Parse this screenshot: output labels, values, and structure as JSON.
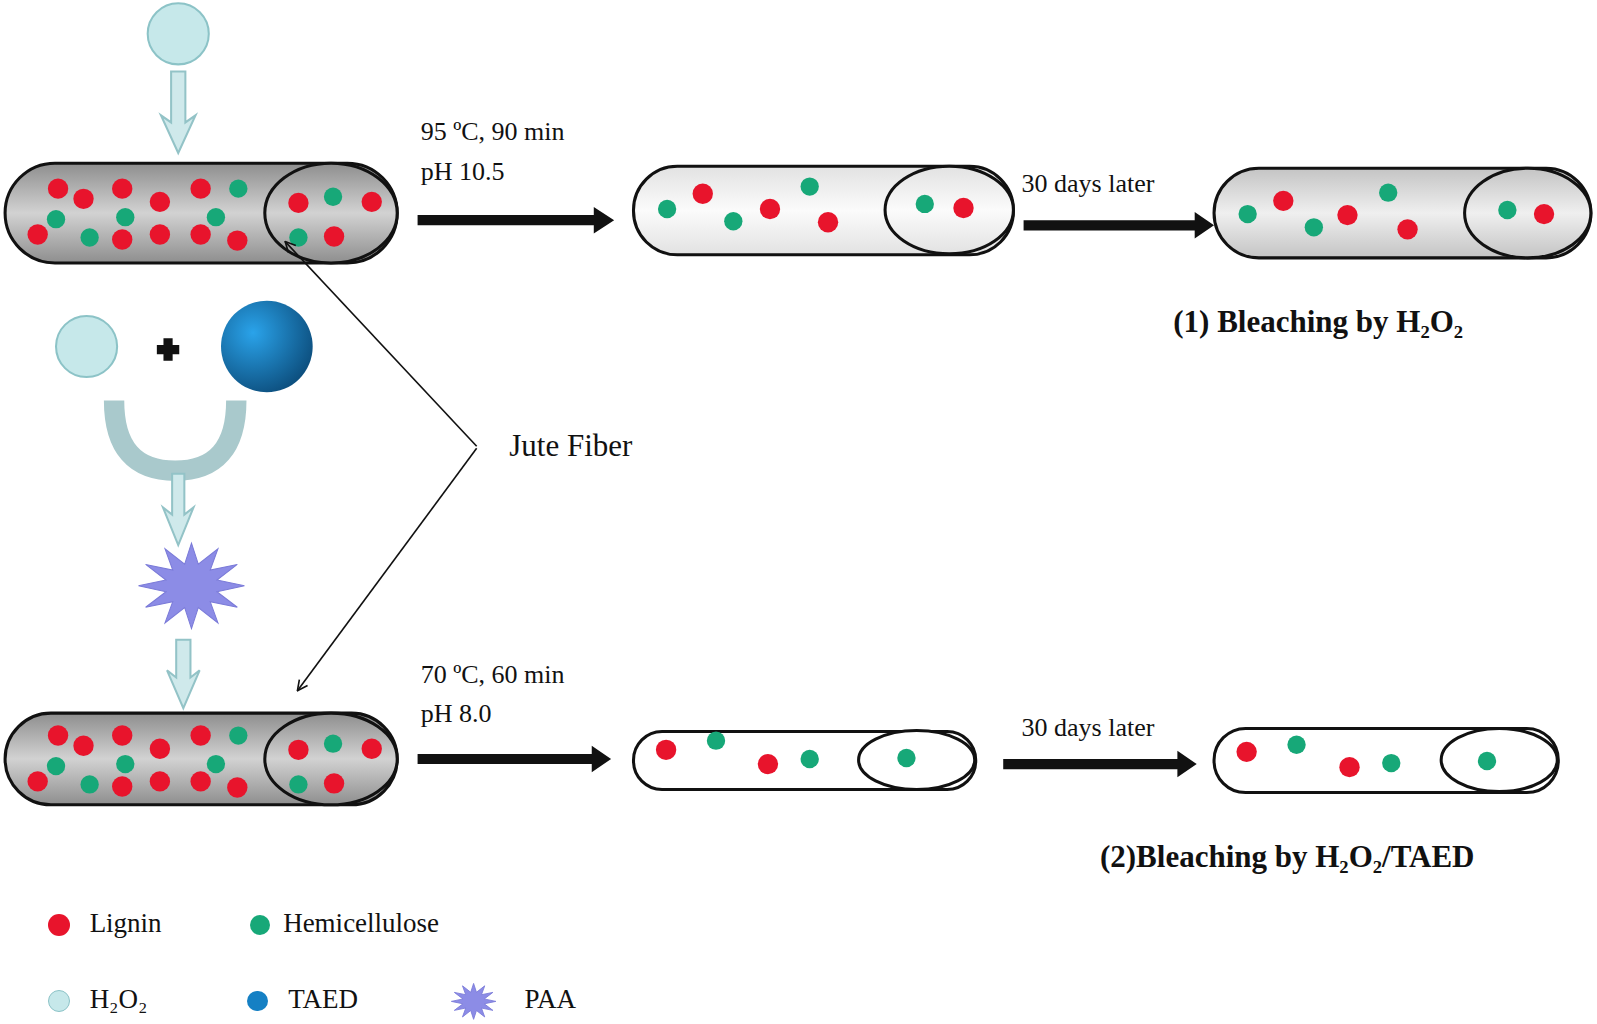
{
  "diagram": {
    "labels": [
      "95 ºC, 90 min",
      "pH 10.5",
      "30 days later",
      "(1) Bleaching by H₂O₂",
      "Jute Fiber",
      "70 ºC, 60 min",
      "pH 8.0",
      "30 days later",
      "(2)Bleaching by H₂O₂/TAED"
    ],
    "legend": [
      {
        "text": "Lignin",
        "color": "#e8142c"
      },
      {
        "text": "Hemicellulose",
        "color": "#17a878"
      },
      {
        "text": "H₂O₂",
        "color": "#c6e8ea"
      },
      {
        "text": "TAED",
        "color": "#1580c4"
      },
      {
        "text": "PAA"
      }
    ]
  }
}
